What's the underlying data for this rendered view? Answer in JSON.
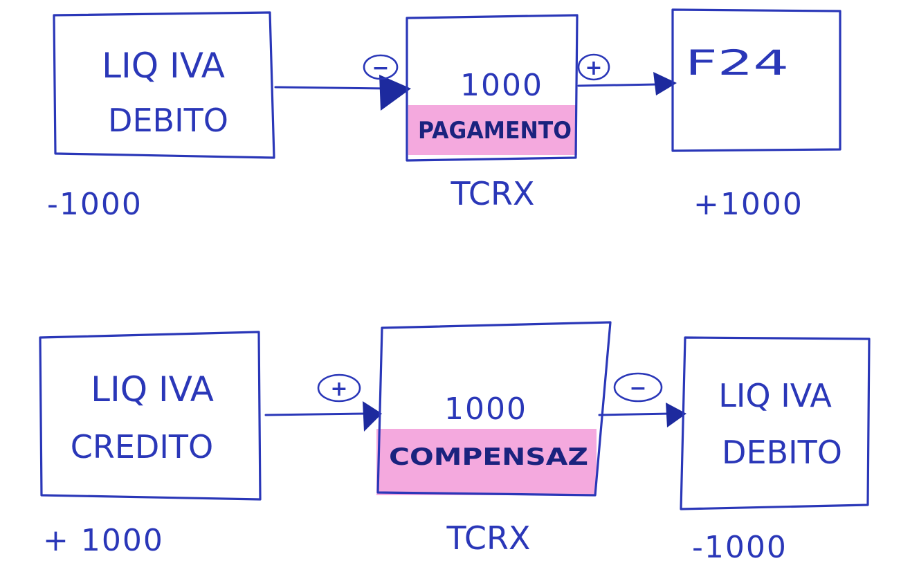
{
  "top_row": {
    "source_box": {
      "line1": "LIQ IVA",
      "line2": "DEBITO",
      "amount": "-1000"
    },
    "middle_box": {
      "value": "1000",
      "tag": "PAGAMENTO",
      "caption": "TCRX"
    },
    "target_box": {
      "title": "F24",
      "amount": "+1000"
    },
    "sign_in": "−",
    "sign_out": "+"
  },
  "bottom_row": {
    "source_box": {
      "line1": "LIQ IVA",
      "line2": "CREDITO",
      "amount": "+ 1000"
    },
    "middle_box": {
      "value": "1000",
      "tag": "COMPENSAZ",
      "caption": "TCRX"
    },
    "target_box": {
      "line1": "LIQ IVA",
      "line2": "DEBITO",
      "amount": "-1000"
    },
    "sign_in": "+",
    "sign_out": "−"
  },
  "colors": {
    "ink": "#2a37b8",
    "highlight": "#f29ad8",
    "paper": "#ffffff"
  }
}
